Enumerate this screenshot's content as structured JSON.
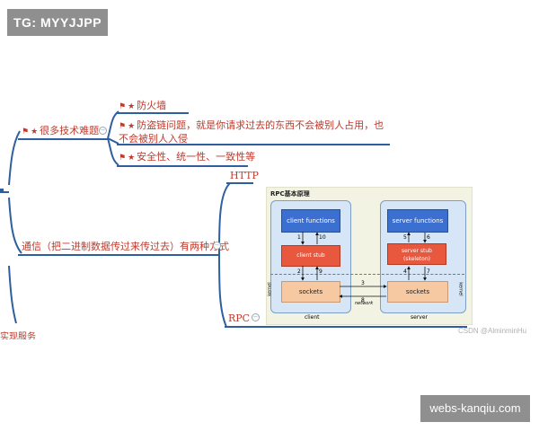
{
  "tag_label": "TG: MYYJJPP",
  "watermark": "webs-kanqiu.com",
  "credit": "CSDN @AlminminHu",
  "cut_off_text": "实现服务",
  "mindmap": {
    "branch_difficulties": {
      "label": "很多技术难题",
      "children": [
        "防火墙",
        "防盗链问题，就是你请求过去的东西不会被别人占用，也不会被别人入侵",
        "安全性、统一性、一致性等"
      ]
    },
    "branch_transfer": {
      "label": "通信（把二进制数据传过来传过去）有两种方式",
      "children": [
        "HTTP",
        "RPC"
      ]
    }
  },
  "rpc_figure": {
    "title": "RPC基本原理",
    "client_side_label": "client",
    "server_side_label": "server",
    "kernel_label": "kernel",
    "network_label": "network",
    "client_boxes": [
      "client functions",
      "client stub",
      "sockets"
    ],
    "server_boxes": [
      "server functions",
      "server stub",
      "(skeleton)",
      "sockets"
    ],
    "step_numbers": [
      "1",
      "10",
      "2",
      "9",
      "3",
      "8",
      "4",
      "7",
      "5",
      "6"
    ]
  },
  "colors": {
    "red_text": "#c0392b",
    "underline_blue": "#2f5f9e",
    "box_blue": "#3b6fd0",
    "box_red": "#e8583f",
    "box_orange": "#f6c9a3",
    "panel_bg": "#f3f3e3"
  }
}
